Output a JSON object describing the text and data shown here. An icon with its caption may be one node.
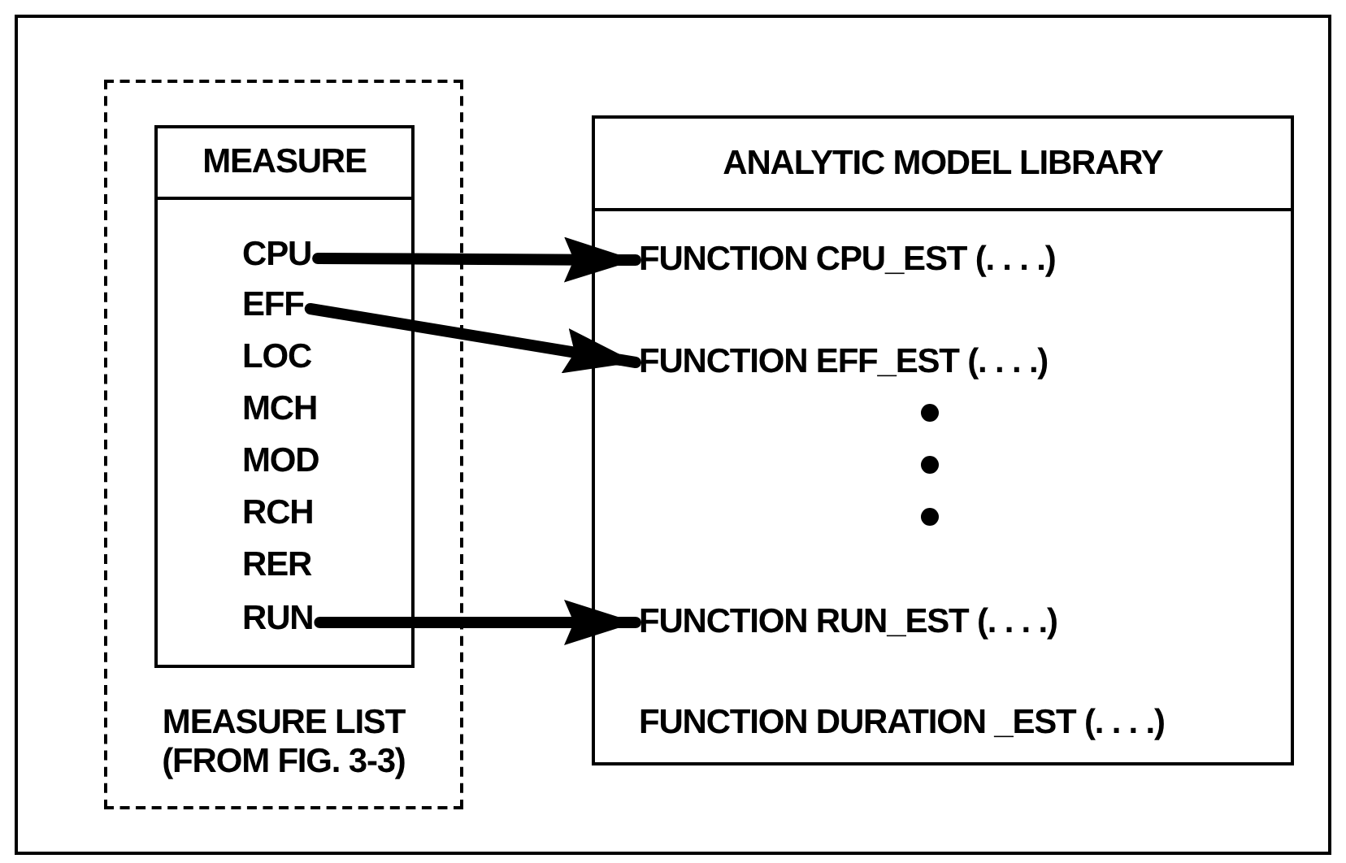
{
  "diagram": {
    "nodes": [
      {
        "text": [
          "MEASURE LIST (FROM FIG. 3-3)"
        ]
      },
      {
        "text": [
          "MEASURE"
        ],
        "in": 0
      },
      {
        "text": [
          "CPU"
        ],
        "in": 1
      },
      {
        "text": [
          "EFF"
        ],
        "in": 1
      },
      {
        "text": [
          "LOC"
        ],
        "in": 1
      },
      {
        "text": [
          "MCH"
        ],
        "in": 1
      },
      {
        "text": [
          "MOD"
        ],
        "in": 1
      },
      {
        "text": [
          "RCH"
        ],
        "in": 1
      },
      {
        "text": [
          "RER"
        ],
        "in": 1
      },
      {
        "text": [
          "RUN"
        ],
        "in": 1
      },
      {
        "text": [
          "ANALYTIC MODEL LIBRARY"
        ]
      },
      {
        "text": [
          "FUNCTION CPU_EST (. . . .)"
        ],
        "in": 10
      },
      {
        "text": [
          "FUNCTION EFF_EST (. . . .)"
        ],
        "in": 10
      },
      {
        "text": [
          "FUNCTION RUN_EST (. . . .)"
        ],
        "in": 10
      },
      {
        "text": [
          "FUNCTION DURATION _EST (. . . .)"
        ],
        "in": 10
      }
    ],
    "edges": [
      {
        "from": 2,
        "to": 11,
        "arrow": "to"
      },
      {
        "from": 3,
        "to": 12,
        "arrow": "to"
      },
      {
        "from": 9,
        "to": 13,
        "arrow": "to"
      }
    ]
  }
}
